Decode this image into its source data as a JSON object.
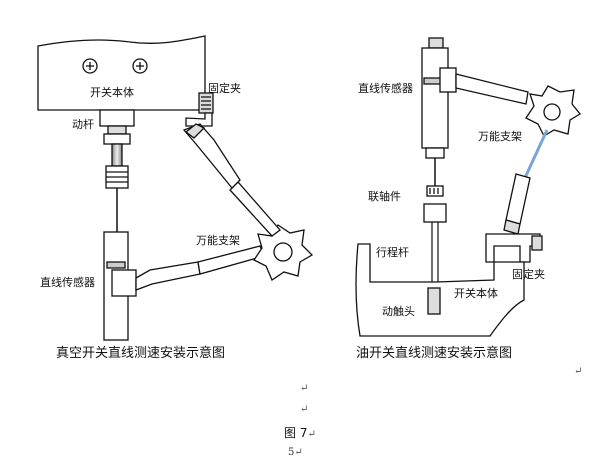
{
  "left_diagram": {
    "switch_body": "开关本体",
    "fixed_clamp": "固定夹",
    "moving_rod": "动杆",
    "universal_bracket": "万能支架",
    "linear_sensor": "直线传感器",
    "caption": "真空开关直线测速安装示意图"
  },
  "right_diagram": {
    "linear_sensor": "直线传感器",
    "universal_bracket": "万能支架",
    "coupling": "联轴件",
    "stroke_rod": "行程杆",
    "fixed_clamp": "固定夹",
    "switch_body": "开关本体",
    "moving_contact": "动触头",
    "caption": "油开关直线测速安装示意图"
  },
  "figure_label": "图 7",
  "page_number": "5",
  "return_mark": "↵",
  "colors": {
    "line": "#111111",
    "fill": "#ffffff",
    "accent_blue": "#7aa6d6",
    "shade": "#cccccc"
  }
}
